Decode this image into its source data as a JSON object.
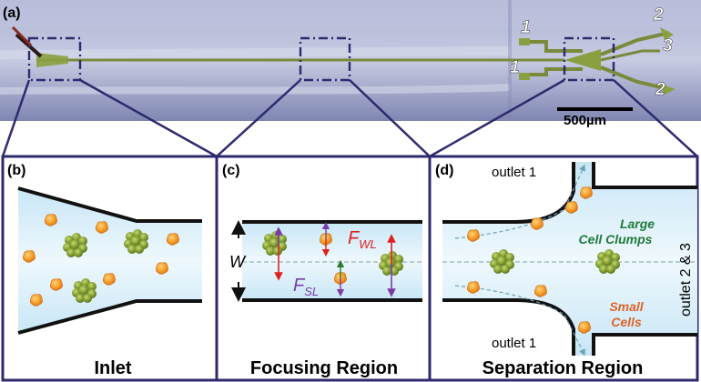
{
  "photo": {
    "panel_label": "(a)",
    "outlet_numbers": [
      "1",
      "1",
      "2",
      "3",
      "2"
    ],
    "scale_bar_label": "500µm"
  },
  "panels": [
    {
      "panel_label": "(b)",
      "caption": "Inlet"
    },
    {
      "panel_label": "(c)",
      "caption": "Focusing Region",
      "width_symbol": "W",
      "force_wall": {
        "main": "F",
        "sub": "WL"
      },
      "force_shear": {
        "main": "F",
        "sub": "SL"
      }
    },
    {
      "panel_label": "(d)",
      "caption": "Separation Region",
      "outlet_top": "outlet 1",
      "outlet_bottom": "outlet 1",
      "outlet_right": "outlet 2 & 3",
      "large_label": [
        "Large",
        "Cell Clumps"
      ],
      "small_label": [
        "Small",
        "Cells"
      ]
    }
  ],
  "colors": {
    "frame": "#2e2a6e",
    "channel_fill": "#d8eef8",
    "wall": "#111111",
    "cluster": "#6e8f2a",
    "cell": "#f09020",
    "force_wall": "#e01f1f",
    "force_shear": "#7a3ba8",
    "large_text": "#1f7a3a",
    "small_text": "#e0632a"
  }
}
